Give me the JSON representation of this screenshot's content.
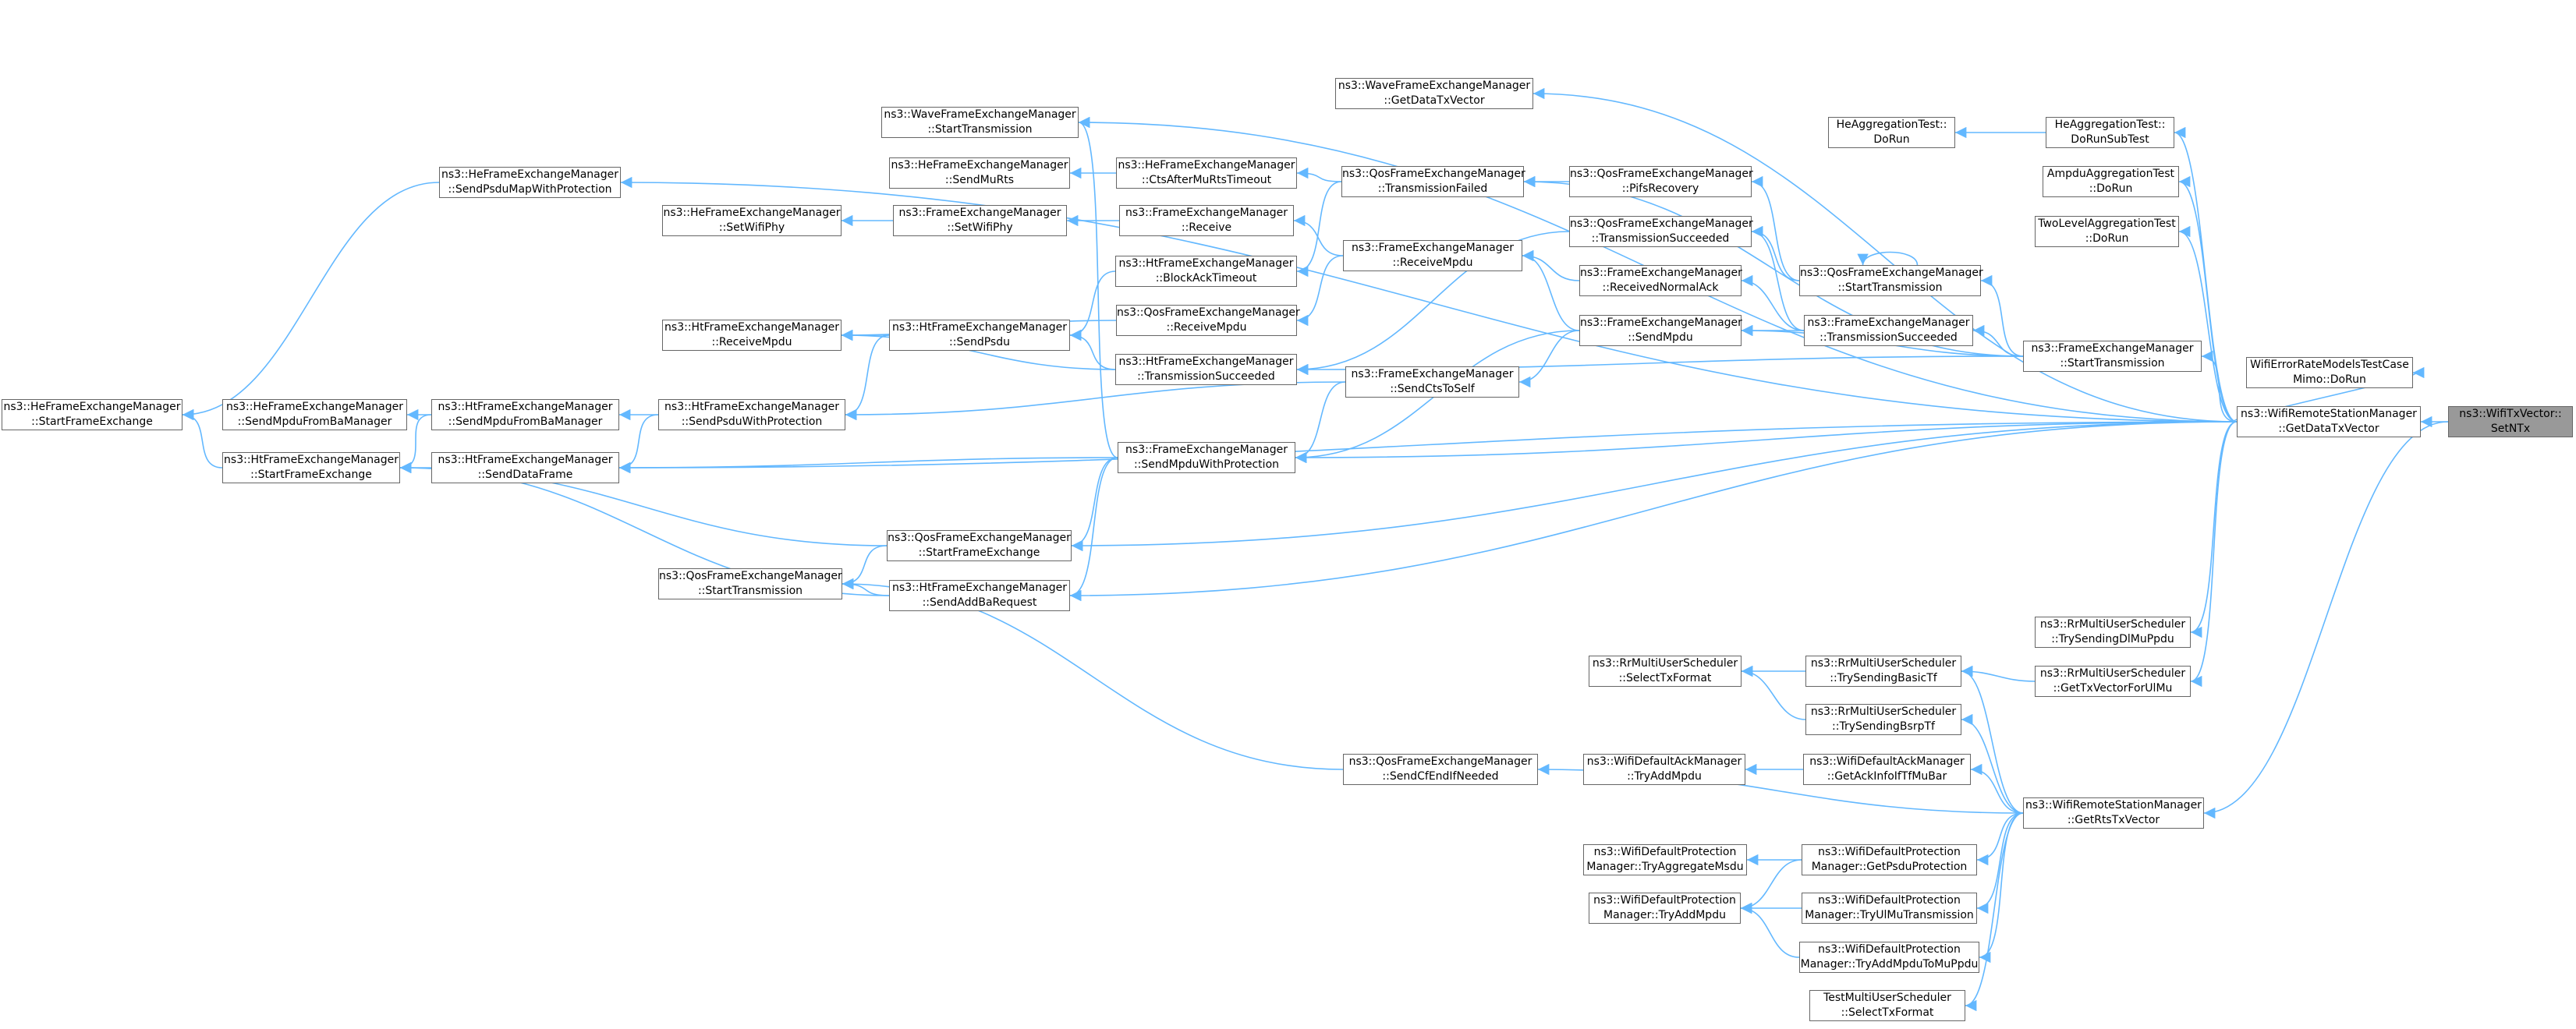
{
  "diagram": {
    "type": "caller-graph",
    "focus_node": "setntx",
    "edge_color": "#63b8ff",
    "node_border_color": "#666666",
    "focus_fill_color": "#999999",
    "nodes": [
      {
        "id": "setntx",
        "lines": [
          "ns3::WifiTxVector::",
          "SetNTx"
        ]
      },
      {
        "id": "getdatatx",
        "lines": [
          "ns3::WifiRemoteStationManager",
          "::GetDataTxVector"
        ]
      },
      {
        "id": "getrts",
        "lines": [
          "ns3::WifiRemoteStationManager",
          "::GetRtsTxVector"
        ]
      },
      {
        "id": "mimo",
        "lines": [
          "WifiErrorRateModelsTestCase",
          "Mimo::DoRun"
        ]
      },
      {
        "id": "twolevel",
        "lines": [
          "TwoLevelAggregationTest",
          "::DoRun"
        ]
      },
      {
        "id": "ampdu",
        "lines": [
          "AmpduAggregationTest",
          "::DoRun"
        ]
      },
      {
        "id": "hesub",
        "lines": [
          "HeAggregationTest::",
          "DoRunSubTest"
        ]
      },
      {
        "id": "herun",
        "lines": [
          "HeAggregationTest::",
          "DoRun"
        ]
      },
      {
        "id": "fem_start",
        "lines": [
          "ns3::FrameExchangeManager",
          "::StartTransmission"
        ]
      },
      {
        "id": "qos_start",
        "lines": [
          "ns3::QosFrameExchangeManager",
          "::StartTransmission"
        ]
      },
      {
        "id": "fem_txsucc",
        "lines": [
          "ns3::FrameExchangeManager",
          "::TransmissionSucceeded"
        ]
      },
      {
        "id": "qos_txsucc",
        "lines": [
          "ns3::QosFrameExchangeManager",
          "::TransmissionSucceeded"
        ]
      },
      {
        "id": "qos_pifs",
        "lines": [
          "ns3::QosFrameExchangeManager",
          "::PifsRecovery"
        ]
      },
      {
        "id": "fem_rna",
        "lines": [
          "ns3::FrameExchangeManager",
          "::ReceivedNormalAck"
        ]
      },
      {
        "id": "fem_sendmpdu",
        "lines": [
          "ns3::FrameExchangeManager",
          "::SendMpdu"
        ]
      },
      {
        "id": "fem_ctstoself",
        "lines": [
          "ns3::FrameExchangeManager",
          "::SendCtsToSelf"
        ]
      },
      {
        "id": "fem_receivempdu",
        "lines": [
          "ns3::FrameExchangeManager",
          "::ReceiveMpdu"
        ]
      },
      {
        "id": "qos_txfailed",
        "lines": [
          "ns3::QosFrameExchangeManager",
          "::TransmissionFailed"
        ]
      },
      {
        "id": "wave_getdata",
        "lines": [
          "ns3::WaveFrameExchangeManager",
          "::GetDataTxVector"
        ]
      },
      {
        "id": "wave_start",
        "lines": [
          "ns3::WaveFrameExchangeManager",
          "::StartTransmission"
        ]
      },
      {
        "id": "he_ctsafter",
        "lines": [
          "ns3::HeFrameExchangeManager",
          "::CtsAfterMuRtsTimeout"
        ]
      },
      {
        "id": "fem_receive",
        "lines": [
          "ns3::FrameExchangeManager",
          "::Receive"
        ]
      },
      {
        "id": "ht_blockack",
        "lines": [
          "ns3::HtFrameExchangeManager",
          "::BlockAckTimeout"
        ]
      },
      {
        "id": "qos_receivempdu",
        "lines": [
          "ns3::QosFrameExchangeManager",
          "::ReceiveMpdu"
        ]
      },
      {
        "id": "ht_txsucc",
        "lines": [
          "ns3::HtFrameExchangeManager",
          "::TransmissionSucceeded"
        ]
      },
      {
        "id": "fem_sendmpduprot",
        "lines": [
          "ns3::FrameExchangeManager",
          "::SendMpduWithProtection"
        ]
      },
      {
        "id": "qos_startfe",
        "lines": [
          "ns3::QosFrameExchangeManager",
          "::StartFrameExchange"
        ]
      },
      {
        "id": "ht_sendaddba",
        "lines": [
          "ns3::HtFrameExchangeManager",
          "::SendAddBaRequest"
        ]
      },
      {
        "id": "he_sendmurts",
        "lines": [
          "ns3::HeFrameExchangeManager",
          "::SendMuRts"
        ]
      },
      {
        "id": "fem_setwifiphy",
        "lines": [
          "ns3::FrameExchangeManager",
          "::SetWifiPhy"
        ]
      },
      {
        "id": "ht_sendpsdu",
        "lines": [
          "ns3::HtFrameExchangeManager",
          "::SendPsdu"
        ]
      },
      {
        "id": "he_setwifiphy",
        "lines": [
          "ns3::HeFrameExchangeManager",
          "::SetWifiPhy"
        ]
      },
      {
        "id": "ht_receivempdu",
        "lines": [
          "ns3::HtFrameExchangeManager",
          "::ReceiveMpdu"
        ]
      },
      {
        "id": "ht_sendpsduprot",
        "lines": [
          "ns3::HtFrameExchangeManager",
          "::SendPsduWithProtection"
        ]
      },
      {
        "id": "ht_senddata",
        "lines": [
          "ns3::HtFrameExchangeManager",
          "::SendDataFrame"
        ]
      },
      {
        "id": "qos_start2",
        "lines": [
          "ns3::QosFrameExchangeManager",
          "::StartTransmission"
        ]
      },
      {
        "id": "he_sendpsdumap",
        "lines": [
          "ns3::HeFrameExchangeManager",
          "::SendPsduMapWithProtection"
        ]
      },
      {
        "id": "ht_sendmpdufromba",
        "lines": [
          "ns3::HtFrameExchangeManager",
          "::SendMpduFromBaManager"
        ]
      },
      {
        "id": "he_sendmpdufromba",
        "lines": [
          "ns3::HeFrameExchangeManager",
          "::SendMpduFromBaManager"
        ]
      },
      {
        "id": "ht_startfe",
        "lines": [
          "ns3::HtFrameExchangeManager",
          "::StartFrameExchange"
        ]
      },
      {
        "id": "he_startfe",
        "lines": [
          "ns3::HeFrameExchangeManager",
          "::StartFrameExchange"
        ]
      },
      {
        "id": "rr_dlmu",
        "lines": [
          "ns3::RrMultiUserScheduler",
          "::TrySendingDlMuPpdu"
        ]
      },
      {
        "id": "rr_gettxul",
        "lines": [
          "ns3::RrMultiUserScheduler",
          "::GetTxVectorForUlMu"
        ]
      },
      {
        "id": "rr_basictf",
        "lines": [
          "ns3::RrMultiUserScheduler",
          "::TrySendingBasicTf"
        ]
      },
      {
        "id": "rr_bsrptf",
        "lines": [
          "ns3::RrMultiUserScheduler",
          "::TrySendingBsrpTf"
        ]
      },
      {
        "id": "rr_selecttx",
        "lines": [
          "ns3::RrMultiUserScheduler",
          "::SelectTxFormat"
        ]
      },
      {
        "id": "ack_getackinfo",
        "lines": [
          "ns3::WifiDefaultAckManager",
          "::GetAckInfoIfTfMuBar"
        ]
      },
      {
        "id": "ack_tryadd",
        "lines": [
          "ns3::WifiDefaultAckManager",
          "::TryAddMpdu"
        ]
      },
      {
        "id": "qos_sendcfend",
        "lines": [
          "ns3::QosFrameExchangeManager",
          "::SendCfEndIfNeeded"
        ]
      },
      {
        "id": "prot_getpsdu",
        "lines": [
          "ns3::WifiDefaultProtection",
          "Manager::GetPsduProtection"
        ]
      },
      {
        "id": "prot_tryaggmsdu",
        "lines": [
          "ns3::WifiDefaultProtection",
          "Manager::TryAggregateMsdu"
        ]
      },
      {
        "id": "prot_tryulmu",
        "lines": [
          "ns3::WifiDefaultProtection",
          "Manager::TryUlMuTransmission"
        ]
      },
      {
        "id": "prot_tryaddmpdu",
        "lines": [
          "ns3::WifiDefaultProtection",
          "Manager::TryAddMpdu"
        ]
      },
      {
        "id": "prot_tryaddmu",
        "lines": [
          "ns3::WifiDefaultProtection",
          "Manager::TryAddMpduToMuPpdu"
        ]
      },
      {
        "id": "test_selecttx",
        "lines": [
          "TestMultiUserScheduler",
          "::SelectTxFormat"
        ]
      }
    ],
    "edges": [
      {
        "from": "getdatatx",
        "to": "setntx"
      },
      {
        "from": "getrts",
        "to": "setntx"
      },
      {
        "from": "mimo",
        "to": "getdatatx"
      },
      {
        "from": "twolevel",
        "to": "getdatatx"
      },
      {
        "from": "ampdu",
        "to": "getdatatx"
      },
      {
        "from": "hesub",
        "to": "getdatatx"
      },
      {
        "from": "herun",
        "to": "hesub"
      },
      {
        "from": "fem_start",
        "to": "getdatatx"
      },
      {
        "from": "wave_getdata",
        "to": "getdatatx"
      },
      {
        "from": "wave_start",
        "to": "getdatatx"
      },
      {
        "from": "fem_sendmpduprot",
        "to": "getdatatx"
      },
      {
        "from": "ht_senddata",
        "to": "getdatatx"
      },
      {
        "from": "qos_startfe",
        "to": "getdatatx"
      },
      {
        "from": "ht_sendaddba",
        "to": "getdatatx"
      },
      {
        "from": "he_sendpsdumap",
        "to": "getdatatx"
      },
      {
        "from": "rr_dlmu",
        "to": "getdatatx"
      },
      {
        "from": "rr_gettxul",
        "to": "getdatatx"
      },
      {
        "from": "qos_start",
        "to": "fem_start"
      },
      {
        "from": "fem_txsucc",
        "to": "fem_start"
      },
      {
        "from": "fem_sendmpdu",
        "to": "fem_start"
      },
      {
        "from": "ht_txsucc",
        "to": "fem_start"
      },
      {
        "from": "qos_txfailed",
        "to": "fem_start"
      },
      {
        "from": "qos_start",
        "to": "qos_start"
      },
      {
        "from": "qos_pifs",
        "to": "qos_start"
      },
      {
        "from": "qos_txsucc",
        "to": "qos_start"
      },
      {
        "from": "qos_txsucc",
        "to": "fem_txsucc"
      },
      {
        "from": "fem_rna",
        "to": "fem_txsucc"
      },
      {
        "from": "fem_sendmpdu",
        "to": "fem_txsucc"
      },
      {
        "from": "qos_txfailed",
        "to": "qos_pifs"
      },
      {
        "from": "fem_receivempdu",
        "to": "fem_rna"
      },
      {
        "from": "fem_receivempdu",
        "to": "fem_sendmpdu"
      },
      {
        "from": "fem_ctstoself",
        "to": "fem_sendmpdu"
      },
      {
        "from": "fem_sendmpduprot",
        "to": "fem_sendmpdu"
      },
      {
        "from": "fem_sendmpduprot",
        "to": "fem_ctstoself"
      },
      {
        "from": "ht_sendpsduprot",
        "to": "fem_ctstoself"
      },
      {
        "from": "fem_receive",
        "to": "fem_receivempdu"
      },
      {
        "from": "qos_receivempdu",
        "to": "fem_receivempdu"
      },
      {
        "from": "he_ctsafter",
        "to": "qos_txfailed"
      },
      {
        "from": "ht_blockack",
        "to": "qos_txfailed"
      },
      {
        "from": "he_sendmurts",
        "to": "he_ctsafter"
      },
      {
        "from": "fem_setwifiphy",
        "to": "fem_receive"
      },
      {
        "from": "he_setwifiphy",
        "to": "fem_setwifiphy"
      },
      {
        "from": "ht_sendpsdu",
        "to": "ht_blockack"
      },
      {
        "from": "ht_receivempdu",
        "to": "qos_receivempdu"
      },
      {
        "from": "ht_sendpsdu",
        "to": "ht_txsucc"
      },
      {
        "from": "ht_receivempdu",
        "to": "ht_txsucc"
      },
      {
        "from": "ht_txsucc",
        "to": "qos_txsucc"
      },
      {
        "from": "ht_receivempdu",
        "to": "ht_sendpsdu"
      },
      {
        "from": "ht_sendpsduprot",
        "to": "ht_sendpsdu"
      },
      {
        "from": "wave_start",
        "to": "fem_sendmpduprot"
      },
      {
        "from": "qos_startfe",
        "to": "fem_sendmpduprot"
      },
      {
        "from": "ht_sendaddba",
        "to": "fem_sendmpduprot"
      },
      {
        "from": "ht_senddata",
        "to": "fem_sendmpduprot"
      },
      {
        "from": "qos_start2",
        "to": "qos_startfe"
      },
      {
        "from": "ht_startfe",
        "to": "qos_startfe"
      },
      {
        "from": "qos_start2",
        "to": "ht_sendaddba"
      },
      {
        "from": "ht_startfe",
        "to": "ht_sendaddba"
      },
      {
        "from": "ht_sendmpdufromba",
        "to": "ht_sendpsduprot"
      },
      {
        "from": "ht_senddata",
        "to": "ht_sendpsduprot"
      },
      {
        "from": "he_sendmpdufromba",
        "to": "ht_sendmpdufromba"
      },
      {
        "from": "ht_startfe",
        "to": "ht_sendmpdufromba"
      },
      {
        "from": "ht_startfe",
        "to": "ht_senddata"
      },
      {
        "from": "he_startfe",
        "to": "ht_startfe"
      },
      {
        "from": "he_startfe",
        "to": "he_sendpsdumap"
      },
      {
        "from": "rr_basictf",
        "to": "rr_gettxul"
      },
      {
        "from": "rr_selecttx",
        "to": "rr_basictf"
      },
      {
        "from": "rr_selecttx",
        "to": "rr_bsrptf"
      },
      {
        "from": "rr_basictf",
        "to": "getrts"
      },
      {
        "from": "rr_bsrptf",
        "to": "getrts"
      },
      {
        "from": "ack_getackinfo",
        "to": "getrts"
      },
      {
        "from": "ack_tryadd",
        "to": "ack_getackinfo"
      },
      {
        "from": "qos_sendcfend",
        "to": "getrts"
      },
      {
        "from": "qos_start2",
        "to": "qos_sendcfend"
      },
      {
        "from": "prot_getpsdu",
        "to": "getrts"
      },
      {
        "from": "prot_tryaggmsdu",
        "to": "prot_getpsdu"
      },
      {
        "from": "prot_tryaddmpdu",
        "to": "prot_getpsdu"
      },
      {
        "from": "prot_tryulmu",
        "to": "getrts"
      },
      {
        "from": "prot_tryaddmpdu",
        "to": "prot_tryulmu"
      },
      {
        "from": "prot_tryaddmu",
        "to": "getrts"
      },
      {
        "from": "prot_tryaddmpdu",
        "to": "prot_tryaddmu"
      },
      {
        "from": "test_selecttx",
        "to": "getrts"
      }
    ]
  }
}
